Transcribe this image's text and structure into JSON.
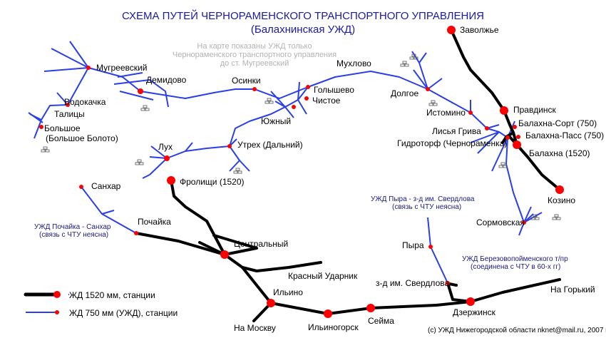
{
  "map": {
    "title_line1": "СХЕМА ПУТЕЙ ЧЕРНОРАМЕНСКОГО ТРАНСПОРТНОГО УПРАВЛЕНИЯ",
    "title_line2": "(Балахнинская УЖД)",
    "note_line1": "На карте показаны УЖД только",
    "note_line2": "Чернораменского транспортного управления",
    "note_line3": "до ст. Мугреевский",
    "colors": {
      "broad_gauge": "#000000",
      "narrow_gauge": "#2a3fe8",
      "station": "#ff0000",
      "title": "#1a1aa8",
      "note": "#b3b3b3"
    },
    "legend": {
      "broad_gauge_label": "ЖД 1520 мм, станции",
      "narrow_gauge_label": "ЖД 750 мм (УЖД), станции"
    },
    "line_notes": {
      "pochaika_1": "УЖД Почайка - Санхар",
      "pochaika_2": "(связь с ЧТУ неясна)",
      "pyra_1": "УЖД Пыра - з-д им. Свердлова",
      "pyra_2": "(связь с ЧТУ неясна)",
      "berez_1": "УЖД Березовопойменского т/пр",
      "berez_2": "(соединена с ЧТУ в 60-х гг)"
    },
    "stations": [
      {
        "name": "Заволжье"
      },
      {
        "name": "Мугреевский"
      },
      {
        "name": "Демидово"
      },
      {
        "name": "Водокачка"
      },
      {
        "name": "Талицы"
      },
      {
        "name": "Большое"
      },
      {
        "name": "(Большое Болото)"
      },
      {
        "name": "Мухлово"
      },
      {
        "name": "Осинки"
      },
      {
        "name": "Голышево"
      },
      {
        "name": "Чистое"
      },
      {
        "name": "Южный"
      },
      {
        "name": "Долгое"
      },
      {
        "name": "Правдинск"
      },
      {
        "name": "Истомино"
      },
      {
        "name": "Балахна-Сорт (750)"
      },
      {
        "name": "Лисья Грива"
      },
      {
        "name": "Балахна-Пасс (750)"
      },
      {
        "name": "Гидроторф (Чернораменка)"
      },
      {
        "name": "Балахна (1520)"
      },
      {
        "name": "Лух"
      },
      {
        "name": "Утрех (Дальний)"
      },
      {
        "name": "Фролищи (1520)"
      },
      {
        "name": "Санхар"
      },
      {
        "name": "Почайка"
      },
      {
        "name": "Центральный"
      },
      {
        "name": "Красный Ударник"
      },
      {
        "name": "Ильино"
      },
      {
        "name": "Ильиногорск"
      },
      {
        "name": "Сейма"
      },
      {
        "name": "Дзержинск"
      },
      {
        "name": "Пыра"
      },
      {
        "name": "з-д им. Свердлова"
      },
      {
        "name": "Сормовская"
      },
      {
        "name": "Козино"
      },
      {
        "name": "На Горький"
      },
      {
        "name": "На Москву"
      }
    ],
    "copyright": "(c) УЖД Нижегородской области nknet@mail.ru, 2007 г."
  }
}
